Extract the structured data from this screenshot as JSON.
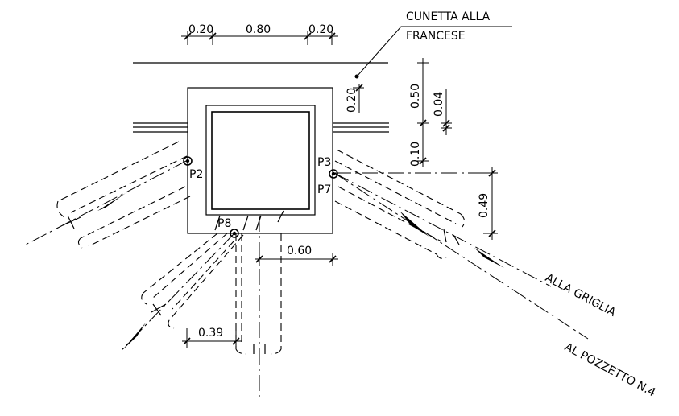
{
  "labels": {
    "cunetta_line1": "CUNETTA ALLA",
    "cunetta_line2": "FRANCESE",
    "p2": "P2",
    "p3": "P3",
    "p7": "P7",
    "p8": "P8",
    "alla_griglia": "ALLA GRIGLIA",
    "al_pozzetto": "AL POZZETTO N.4"
  },
  "dimensions": {
    "top_left": "0.20",
    "top_center": "0.80",
    "top_right": "0.20",
    "inner_right": "0.20",
    "side_050": "0.50",
    "side_004": "0.04",
    "side_010": "0.10",
    "right_049": "0.49",
    "bottom_060": "0.60",
    "bottom_039": "0.39"
  }
}
